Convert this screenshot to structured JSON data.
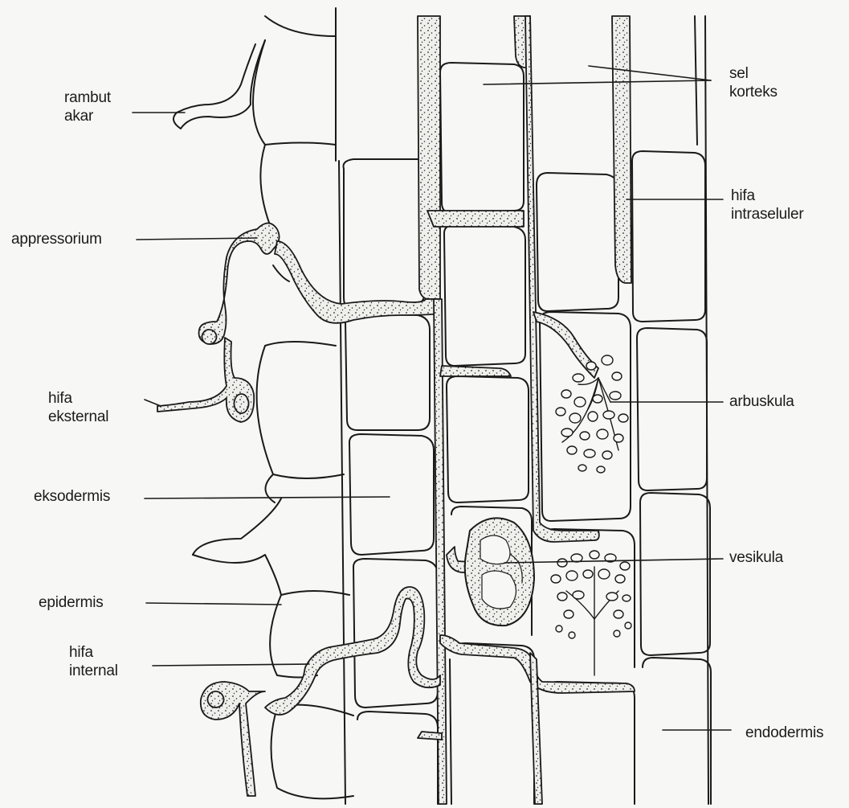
{
  "diagram": {
    "labels": {
      "root_hair": [
        "rambut",
        "akar"
      ],
      "cortex_cell": [
        "sel",
        "korteks"
      ],
      "intracellular_hypha": [
        "hifa",
        "intraseluler"
      ],
      "appressorium": [
        "appressorium"
      ],
      "arbuscule": [
        "arbuskula"
      ],
      "external_hypha": [
        "hifa",
        "eksternal"
      ],
      "exodermis": [
        "eksodermis"
      ],
      "vesicle": [
        "vesikula"
      ],
      "epidermis": [
        "epidermis"
      ],
      "internal_hypha": [
        "hifa",
        "internal"
      ],
      "endodermis": [
        "endodermis"
      ]
    }
  },
  "colors": {
    "line": "#1a1a1a",
    "hypha_fill": "#ededea",
    "stipple": "#222222",
    "background": "#f7f7f5"
  }
}
